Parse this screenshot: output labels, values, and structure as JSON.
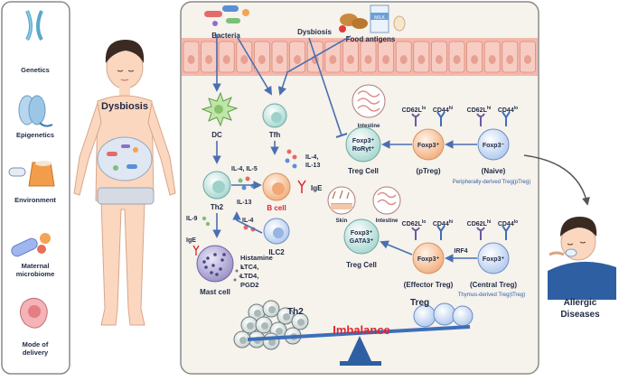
{
  "colors": {
    "frame": "#8a8a8a",
    "panel": "#f6f2ec",
    "epithelium": "#f3b8ac",
    "arrow": "#4a6fb0",
    "cell_teal": "#bde3df",
    "cell_orange": "#f7c9a6",
    "cell_blue": "#c7d9f2",
    "red_text": "#e0242b"
  },
  "left_panel": {
    "items": [
      {
        "label": "Genetics",
        "icon": "dna-chromosome-icon"
      },
      {
        "label": "Epigenetics",
        "icon": "dna-spool-icon"
      },
      {
        "label": "Environment",
        "icon": "pill-bag-icon"
      },
      {
        "label": "Maternal\nmicrobiome",
        "icon": "microbe-icon"
      },
      {
        "label": "Mode of\ndelivery",
        "icon": "pregnancy-icon"
      }
    ]
  },
  "child": {
    "label": "Dysbiosis"
  },
  "top": {
    "bacteria": "Bacteria",
    "dysbiosis": "Dysbiosis",
    "food_antigens": "Food antigens",
    "milk_label": "MILK"
  },
  "cells": {
    "dc": "DC",
    "tfh": "Tfh",
    "th2": "Th2",
    "b_cell": "B cell",
    "ilc2": "ILC2",
    "mast_cell": "Mast cell",
    "treg_cell_1": "Treg Cell",
    "treg_cell_2": "Treg Cell",
    "foxp3_roryt_1": "Foxp3⁺",
    "foxp3_roryt_2": "RoRγt⁺",
    "foxp3_gata3_1": "Foxp3⁺",
    "foxp3_gata3_2": "GATA3⁺",
    "ptreg_foxp3": "Foxp3⁺",
    "ptreg_label": "(pTreg)",
    "naive_foxp3": "Foxp3⁻",
    "naive_label": "(Naive)",
    "effector_foxp3": "Foxp3⁺",
    "effector_label": "(Effector Treg)",
    "central_foxp3": "Foxp3⁺",
    "central_label": "(Central Treg)"
  },
  "cytokines": {
    "th2_out": "IL-4, IL-5",
    "il13": "IL-13",
    "tfh_out": "IL-4,",
    "tfh_out2": "IL-13",
    "il9": "IL-9",
    "il4": "IL-4",
    "ige_b": "IgE",
    "ige_mast": "IgE",
    "mediators": [
      "Histamine",
      "LTC4,",
      "LTD4,",
      "PGD2"
    ],
    "irf4": "IRF4"
  },
  "markers": {
    "cd62l_lo": "CD62L",
    "cd44_hi": "CD44",
    "sup_lo": "lo",
    "sup_hi": "hi"
  },
  "tissues": {
    "intestine": "Intestine",
    "skin": "Skin"
  },
  "captions": {
    "ptreg_full": "Peripherally-derived Treg(pTreg)",
    "ttreg_full": "Thymus-derived Treg(tTreg)"
  },
  "balance": {
    "th2": "Th2",
    "treg": "Treg",
    "imbalance": "Imbalance"
  },
  "outcome": {
    "label_1": "Allergic",
    "label_2": "Diseases"
  }
}
